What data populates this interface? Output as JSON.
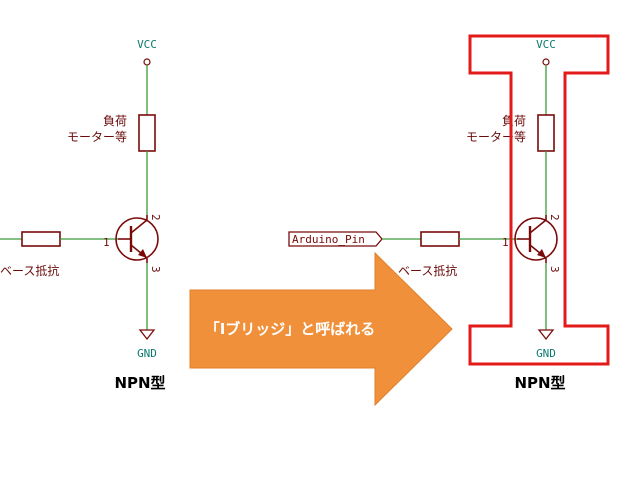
{
  "left_circuit": {
    "vcc": "VCC",
    "gnd": "GND",
    "load_line1": "負荷",
    "load_line2": "モーター等",
    "resistor": "ベース抵抗",
    "pin1": "1",
    "pin2": "2",
    "pin3": "3",
    "title": "NPN型"
  },
  "right_circuit": {
    "vcc": "VCC",
    "gnd": "GND",
    "load_line1": "負荷",
    "load_line2": "モーター等",
    "resistor": "ベース抵抗",
    "pin1": "1",
    "pin2": "2",
    "pin3": "3",
    "input_label": "Arduino_Pin",
    "title": "NPN型"
  },
  "arrow": {
    "text": "「Iブリッジ」と呼ばれる"
  },
  "colors": {
    "wire": "#3a9a3a",
    "component": "#7a0a0a",
    "net_label": "#0b7a6e",
    "arrow_fill": "#f0903a",
    "highlight": "#e21a1a"
  }
}
